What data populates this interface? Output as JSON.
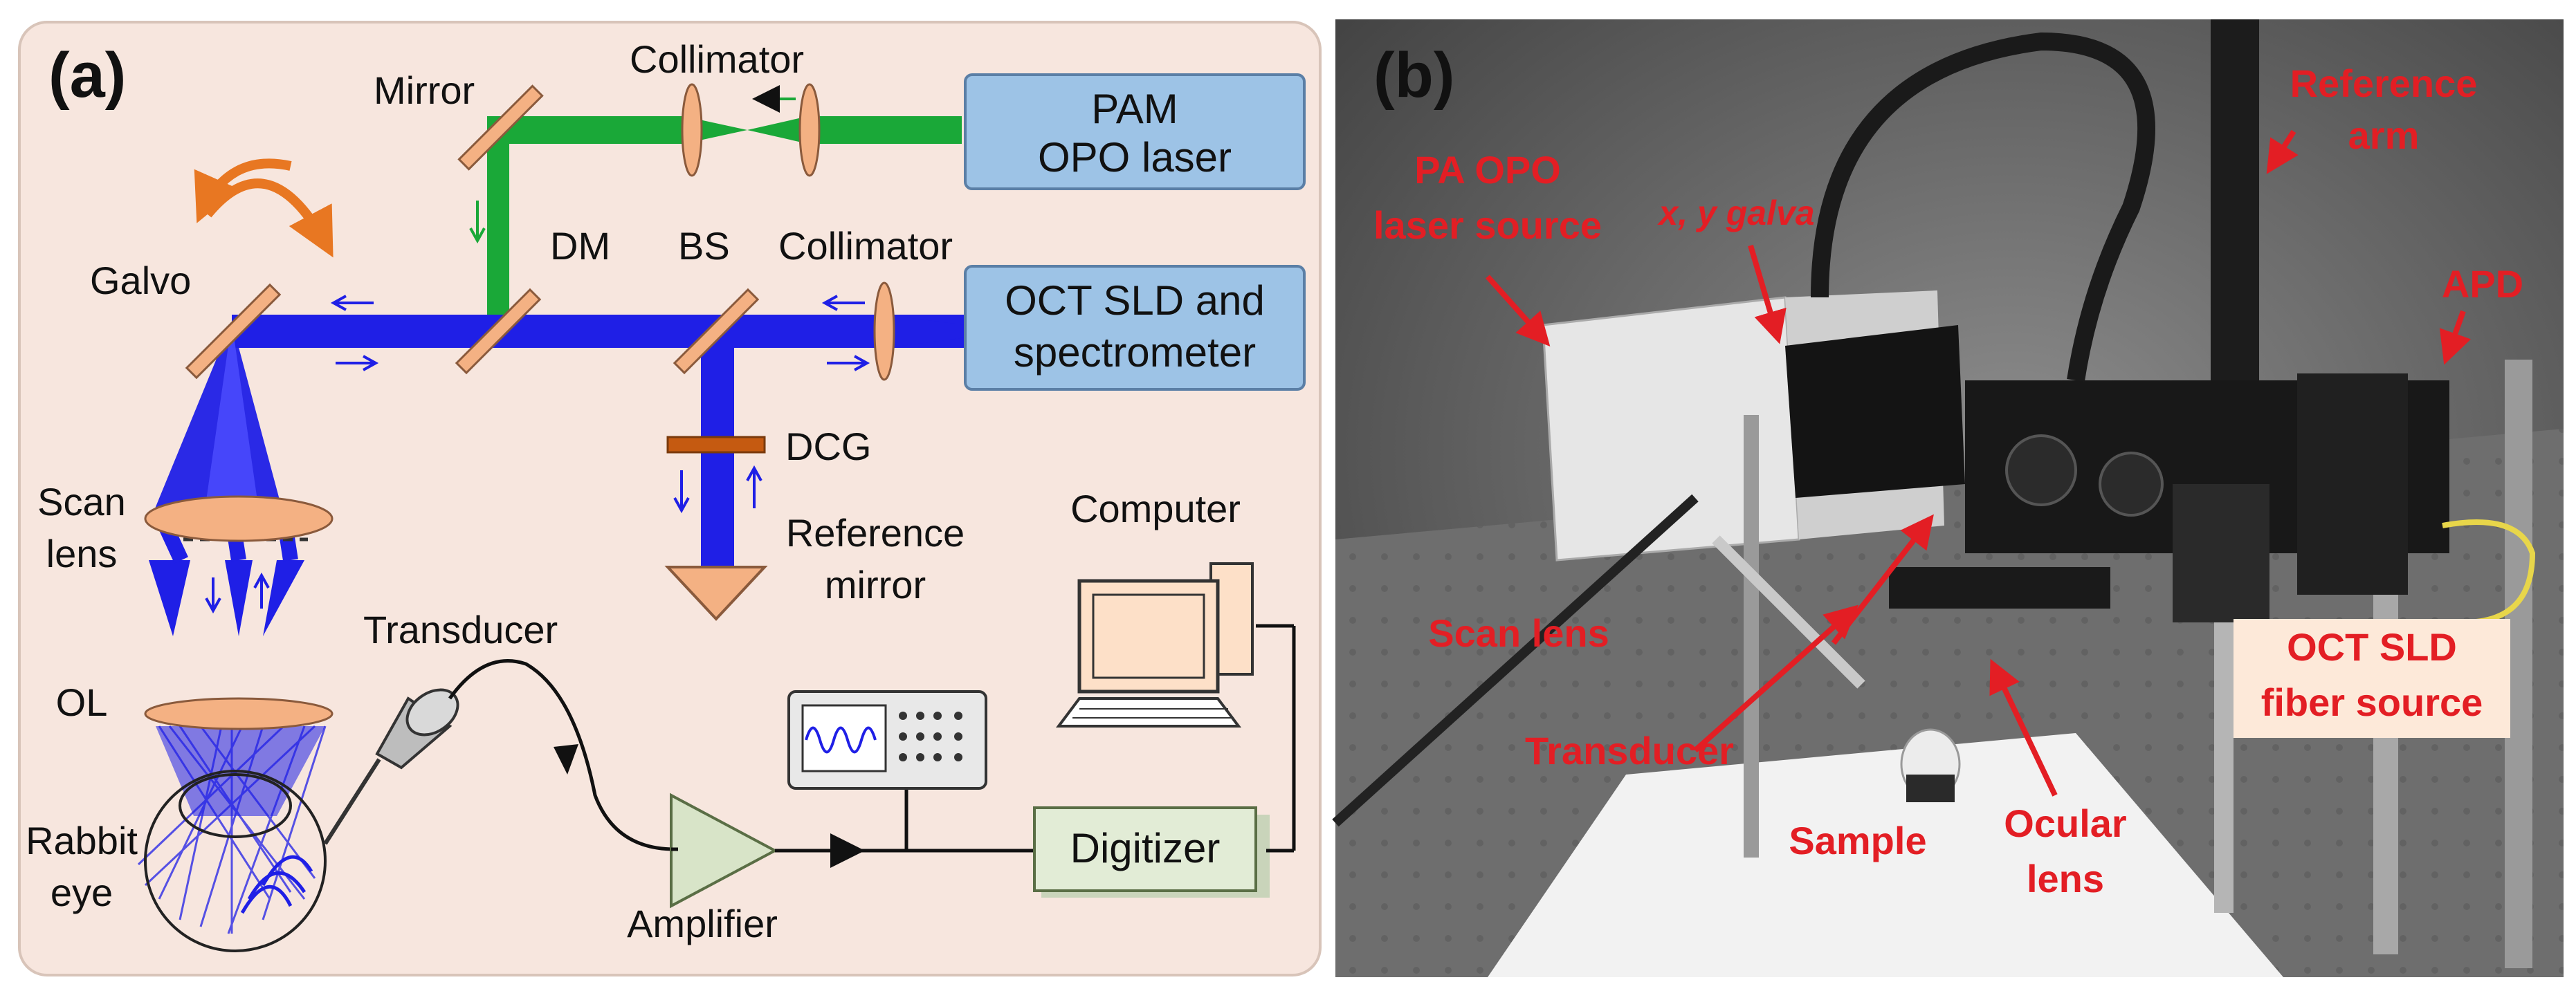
{
  "panel_a": {
    "tag": "(a)",
    "boxes": {
      "pam_laser": [
        "PAM",
        "OPO laser"
      ],
      "oct_sld": [
        "OCT SLD and",
        "spectrometer"
      ],
      "digitizer": "Digitizer"
    },
    "labels": {
      "mirror": "Mirror",
      "collimator_top": "Collimator",
      "collimator_mid": "Collimator",
      "galvo": "Galvo",
      "dm": "DM",
      "bs": "BS",
      "dcg": "DCG",
      "reference_mirror": [
        "Reference",
        "mirror"
      ],
      "scan_lens": [
        "Scan",
        "lens"
      ],
      "ol": "OL",
      "transducer": "Transducer",
      "computer": "Computer",
      "amplifier": "Amplifier",
      "rabbit_eye": [
        "Rabbit",
        "eye"
      ]
    },
    "colors": {
      "background": "#f7e6de",
      "green_beam": "#1aa838",
      "blue_beam": "#1f1fe6",
      "box_fill": "#9dc3e6",
      "lens_fill": "#f4b183",
      "galvo_arrow": "#e87722"
    }
  },
  "panel_b": {
    "tag": "(b)",
    "labels": {
      "pa_opo": [
        "PA OPO",
        "laser source"
      ],
      "xy_galva": "x, y galva",
      "reference_arm": [
        "Reference",
        "arm"
      ],
      "apd": "APD",
      "scan_lens": "Scan lens",
      "transducer": "Transducer",
      "oct_sld_fiber": [
        "OCT SLD",
        "fiber source"
      ],
      "sample": "Sample",
      "ocular_lens": [
        "Ocular",
        "lens"
      ]
    },
    "colors": {
      "label": "#e31e24",
      "callout_fill": "#fde9d9"
    }
  }
}
